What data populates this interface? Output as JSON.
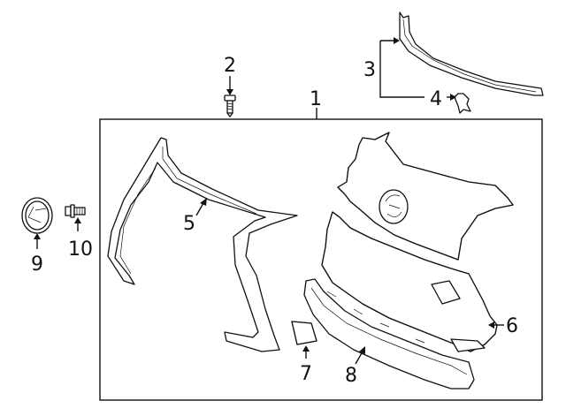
{
  "diagram": {
    "callouts": [
      {
        "id": "1",
        "label": "1",
        "part": "grille-assembly"
      },
      {
        "id": "2",
        "label": "2",
        "part": "screw"
      },
      {
        "id": "3",
        "label": "3",
        "part": "upper-molding"
      },
      {
        "id": "4",
        "label": "4",
        "part": "clip"
      },
      {
        "id": "5",
        "label": "5",
        "part": "grille-surround-molding"
      },
      {
        "id": "6",
        "label": "6",
        "part": "lower-grille"
      },
      {
        "id": "7",
        "label": "7",
        "part": "small-insert"
      },
      {
        "id": "8",
        "label": "8",
        "part": "lower-panel"
      },
      {
        "id": "9",
        "label": "9",
        "part": "emblem"
      },
      {
        "id": "10",
        "label": "10",
        "part": "bolt"
      }
    ]
  }
}
